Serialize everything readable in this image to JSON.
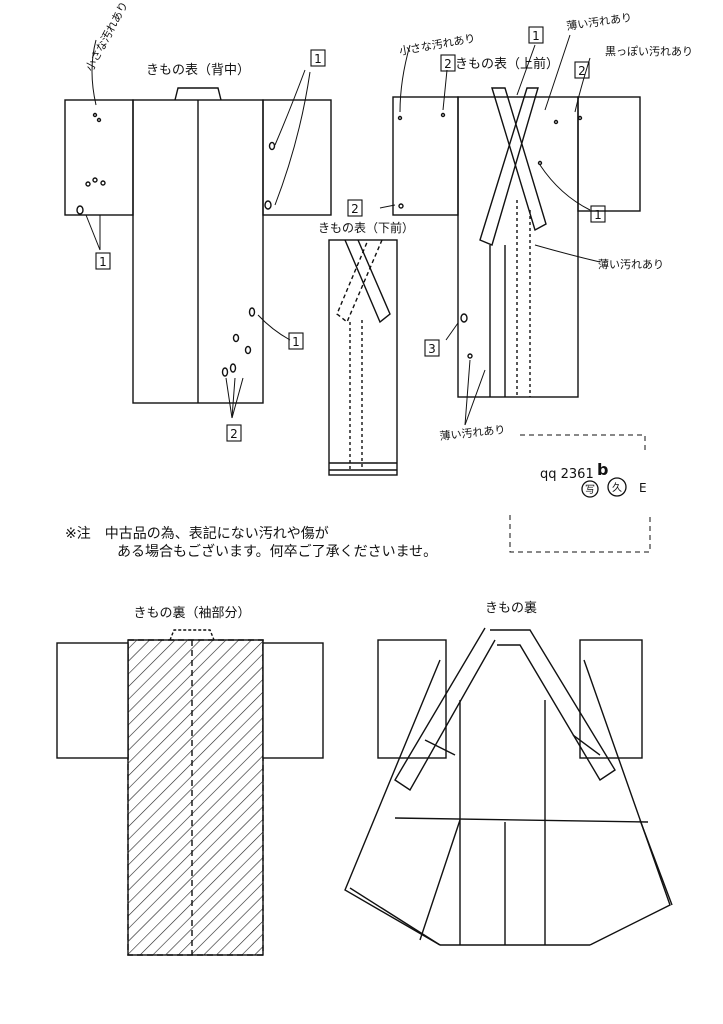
{
  "labels": {
    "front_back": "きもの表（背中）",
    "front_upper": "きもの表（上前）",
    "front_lower": "きもの表（下前）",
    "lining_sleeve": "きもの裏（袖部分）",
    "lining": "きもの裏"
  },
  "annotations": {
    "small_stain_left": "小さな汚れあり",
    "small_stain_right": "小さな汚れあり",
    "light_stain_top": "薄い汚れあり",
    "dark_stain": "黒っぽい汚れあり",
    "light_stain_mid": "薄い汚れあり",
    "light_stain_bottom": "薄い汚れあり"
  },
  "markers": {
    "m1": "1",
    "m2": "2",
    "m3": "3"
  },
  "stamp": {
    "code": "qq 2361",
    "suffix": "b",
    "circle1": "写",
    "circle2": "久",
    "letter": "E"
  },
  "note": {
    "line1": "※注　中古品の為、表記にない汚れや傷が",
    "line2": "ある場合もございます。何卒ご了承くださいませ。"
  }
}
